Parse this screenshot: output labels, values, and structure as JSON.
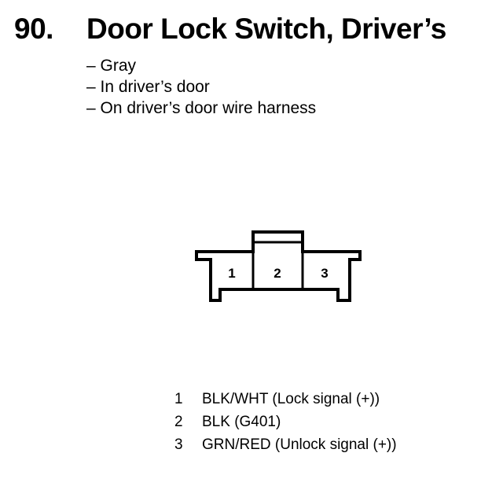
{
  "header": {
    "number": "90.",
    "title": "Door Lock Switch, Driver’s"
  },
  "notes": [
    "– Gray",
    "– In driver’s door",
    "– On driver’s door wire harness"
  ],
  "connector": {
    "terminals": [
      "1",
      "2",
      "3"
    ]
  },
  "pinout": [
    {
      "pin": "1",
      "description": "BLK/WHT (Lock signal (+))"
    },
    {
      "pin": "2",
      "description": "BLK (G401)"
    },
    {
      "pin": "3",
      "description": "GRN/RED (Unlock signal (+))"
    }
  ]
}
